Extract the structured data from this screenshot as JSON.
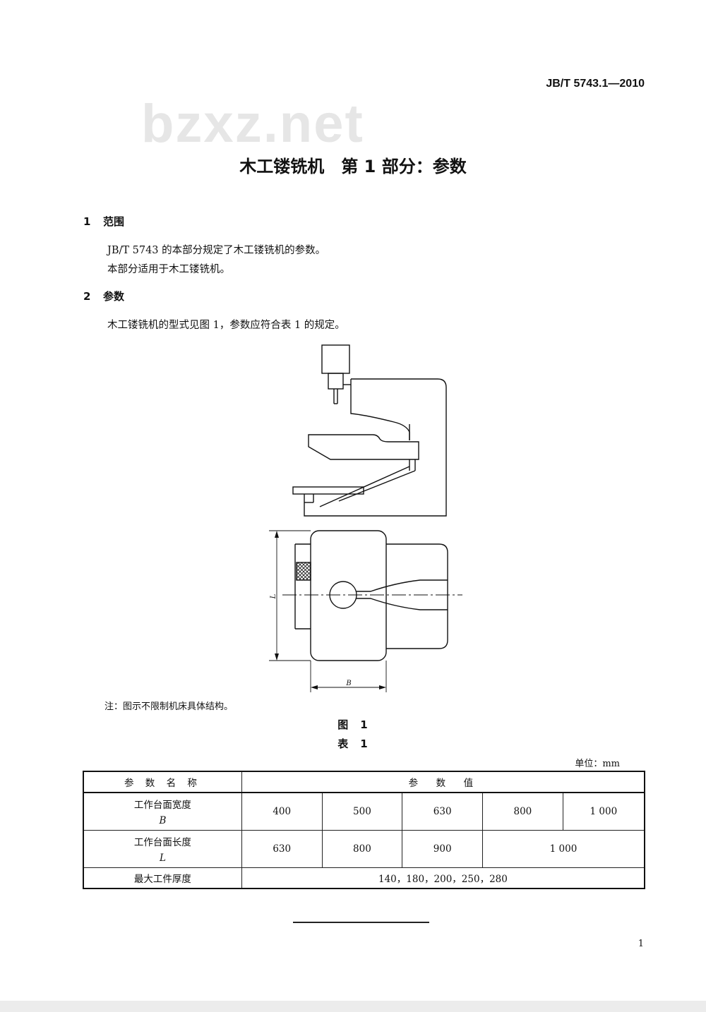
{
  "header": {
    "standard_code": "JB/T 5743.1—2010",
    "watermark": "bzxz.net"
  },
  "title": "木工镂铣机　第 1 部分：参数",
  "sections": [
    {
      "number": "1",
      "heading": "范围",
      "paragraphs": [
        "JB/T 5743 的本部分规定了木工镂铣机的参数。",
        "本部分适用于木工镂铣机。"
      ]
    },
    {
      "number": "2",
      "heading": "参数",
      "paragraphs": [
        "木工镂铣机的型式见图 1，参数应符合表 1 的规定。"
      ]
    }
  ],
  "figure": {
    "label_L": "L",
    "label_B": "B",
    "note": "注：图示不限制机床具体结构。",
    "caption": "图　1"
  },
  "table": {
    "caption": "表　1",
    "unit": "单位：mm",
    "header": {
      "name_col": "参 数 名 称",
      "value_col": "参　数　值"
    },
    "rows": [
      {
        "name": "工作台面宽度",
        "symbol": "B",
        "values": [
          "400",
          "500",
          "630",
          "800",
          "1 000"
        ]
      },
      {
        "name": "工作台面长度",
        "symbol": "L",
        "values": [
          "630",
          "800",
          "900",
          "1 000"
        ]
      },
      {
        "name": "最大工件厚度",
        "values": [
          "140，180，200，250，280"
        ]
      }
    ]
  },
  "footer": {
    "page_number": "1"
  }
}
